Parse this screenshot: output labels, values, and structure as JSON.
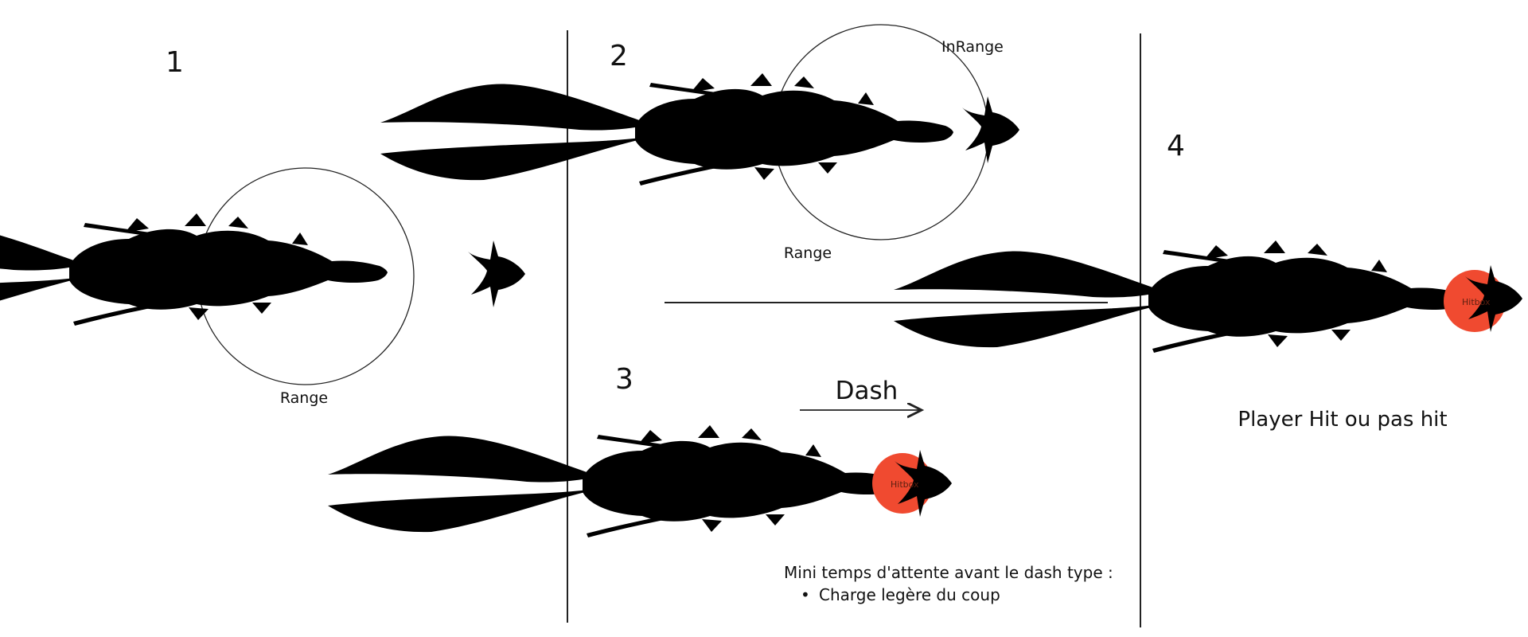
{
  "colors": {
    "ink": "#000000",
    "hitbox": "#f04a30",
    "background": "#ffffff"
  },
  "panels": {
    "p1": {
      "number": "1",
      "range_label": "Range"
    },
    "p2": {
      "number": "2",
      "inrange_label": "InRange",
      "range_label": "Range"
    },
    "p3": {
      "number": "3",
      "dash_label": "Dash",
      "hitbox_label": "Hitbox",
      "note": "Mini temps d'attente avant le dash type :",
      "bullet": "•",
      "bullet_text": "Charge legère du coup"
    },
    "p4": {
      "number": "4",
      "hitbox_label": "Hitbox",
      "result": "Player Hit ou pas hit"
    }
  }
}
